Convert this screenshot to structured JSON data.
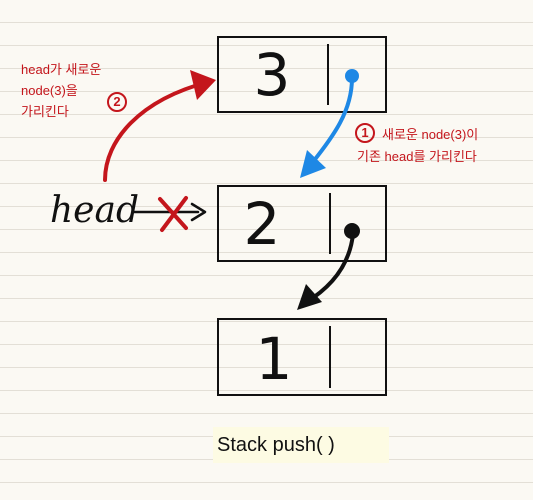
{
  "nodes": [
    {
      "value": "3"
    },
    {
      "value": "2"
    },
    {
      "value": "1"
    }
  ],
  "head_label": "head",
  "annotations": {
    "step1": {
      "badge": "1",
      "line1": "새로운 node(3)이",
      "line2": "기존 head를 가리킨다"
    },
    "step2": {
      "badge": "2",
      "line1": "head가 새로운",
      "line2": "node(3)을",
      "line3": "가리킨다"
    }
  },
  "cross_mark": "✕",
  "caption": "Stack push( )",
  "colors": {
    "ink": "#111111",
    "red": "#c4161c",
    "blue": "#1e88e5",
    "paper": "#fbf9f3",
    "caption_bg": "#fdfbe3"
  }
}
